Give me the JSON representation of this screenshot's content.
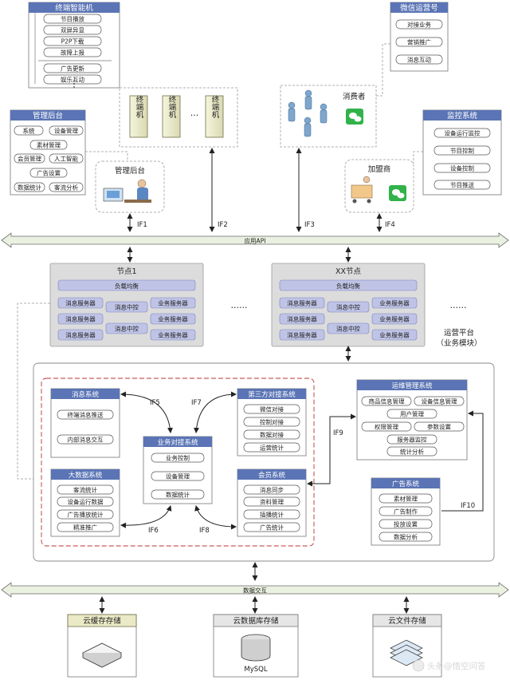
{
  "terminal": {
    "title": "终端智能机",
    "items": [
      "节目播放",
      "双屏异显",
      "P2P下载",
      "故障上报"
    ],
    "items2": [
      "广告更新",
      "娱乐互动"
    ],
    "machine_label": "终端机",
    "ellipsis": "…"
  },
  "wechat": {
    "title": "微信运营号",
    "items": [
      "对接业务",
      "营销推广",
      "消息互动"
    ]
  },
  "admin_panel": {
    "title": "管理后台",
    "items": [
      "系统",
      "设备管理",
      "素材管理",
      "会员管理",
      "人工智能",
      "广告设置",
      "数据统计",
      "客流分析"
    ]
  },
  "admin_figure": {
    "label": "管理后台"
  },
  "consumer": {
    "label": "消费者"
  },
  "franchise": {
    "label": "加盟商"
  },
  "monitor": {
    "title": "监控系统",
    "items": [
      "设备运行监控",
      "节目控制",
      "设备控制",
      "节目推送"
    ]
  },
  "interfaces": {
    "if1": "IF1",
    "if2": "IF2",
    "if3": "IF3",
    "if4": "IF4",
    "if5": "IF5",
    "if6": "IF6",
    "if7": "IF7",
    "if8": "IF8",
    "if9": "IF9",
    "if10": "IF10"
  },
  "app_api": {
    "label": "应用API"
  },
  "nodes": [
    {
      "title": "节点1",
      "lb": "负载均衡",
      "msg": "消息服务器",
      "ctl": "消息中控",
      "biz": "业务服务器"
    },
    {
      "title": "XX节点",
      "lb": "负载均衡",
      "msg": "消息服务器",
      "ctl": "消息中控",
      "biz": "业务服务器"
    }
  ],
  "dots": "……",
  "platform": {
    "line1": "运营平台",
    "line2": "（业务模块）"
  },
  "modules": {
    "message": {
      "title": "消息系统",
      "items": [
        "终端消息推送",
        "内部消息交互"
      ]
    },
    "bigdata": {
      "title": "大数据系统",
      "items": [
        "客流统计",
        "设备运行数据",
        "广告播放统计",
        "精准推广"
      ]
    },
    "biz_dock": {
      "title": "业务对接系统",
      "items": [
        "业务控制",
        "设备管理",
        "数据统计"
      ]
    },
    "third": {
      "title": "第三方对接系统",
      "items": [
        "微信对接",
        "控制对接",
        "数据对接",
        "运营统计"
      ]
    },
    "member": {
      "title": "会员系统",
      "items": [
        "消息同步",
        "资料管理",
        "插播统计",
        "广告统计"
      ]
    },
    "ops": {
      "title": "运维管理系统",
      "items": [
        "商品信息管理",
        "设备信息管理",
        "用户管理",
        "权限管理",
        "参数设置",
        "服务器监控",
        "统计分析"
      ]
    },
    "ad": {
      "title": "广告系统",
      "items": [
        "素材管理",
        "广告制作",
        "投放设置",
        "数据分析"
      ]
    }
  },
  "data_exchange": {
    "label": "数据交互"
  },
  "storage": [
    {
      "title": "云缓存存储"
    },
    {
      "title": "云数据库存储",
      "caption": "MySQL"
    },
    {
      "title": "云文件存储"
    }
  ],
  "watermark": "头条@悟空问答"
}
